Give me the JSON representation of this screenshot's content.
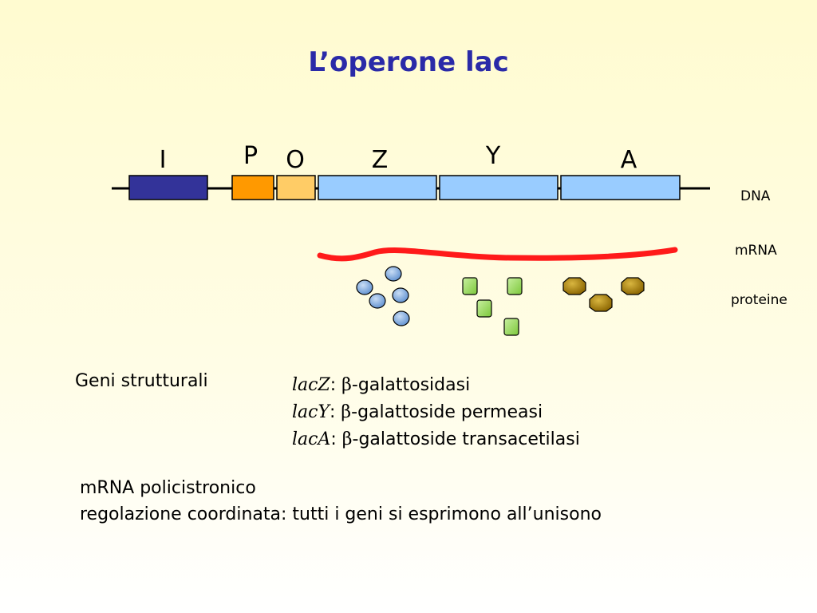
{
  "title": "L’operone lac",
  "dna": {
    "segments": [
      {
        "letter": "I",
        "color": "#333399"
      },
      {
        "letter": "P",
        "color": "#ff9900"
      },
      {
        "letter": "O",
        "color": "#ffcc66"
      },
      {
        "letter": "Z",
        "color": "#99ccff"
      },
      {
        "letter": "Y",
        "color": "#99ccff"
      },
      {
        "letter": "A",
        "color": "#99ccff"
      }
    ],
    "label": "DNA"
  },
  "mrna": {
    "label": "mRNA",
    "color": "#ff1a1a"
  },
  "proteins": {
    "label": "proteine",
    "colors": {
      "z": "#6f9fd8",
      "y": "#99dd55",
      "a": "#b88a00"
    }
  },
  "structural": {
    "title": "Geni strutturali",
    "genes": [
      {
        "name": "lacZ",
        "sep": ": ",
        "beta": "β",
        "desc": "-galattosidasi"
      },
      {
        "name": "lacY",
        "sep": ": ",
        "beta": "β",
        "desc": "-galattoside permeasi"
      },
      {
        "name": "lacA",
        "sep": ": ",
        "beta": "β",
        "desc": "-galattoside transacetilasi"
      }
    ]
  },
  "notes": {
    "line1": "mRNA policistronico",
    "line2": "regolazione coordinata: tutti i geni si esprimono all’unisono"
  }
}
